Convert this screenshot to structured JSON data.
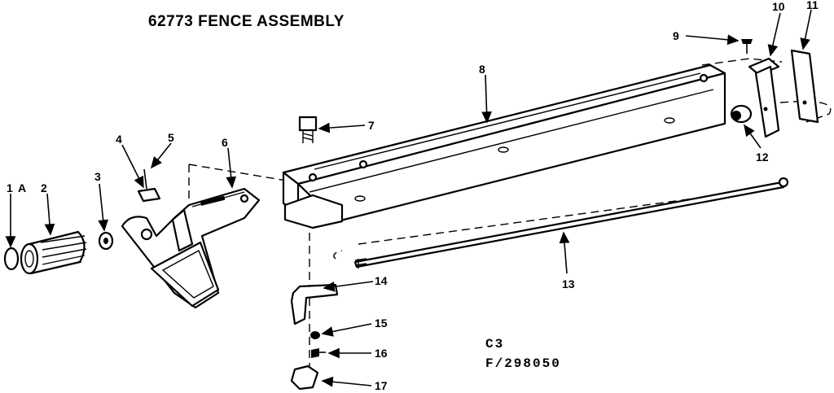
{
  "title": "62773 FENCE ASSEMBLY",
  "codes": {
    "line1": "C3",
    "line2": "F/298050"
  },
  "callouts": [
    "1",
    "A",
    "2",
    "3",
    "4",
    "5",
    "6",
    "7",
    "8",
    "9",
    "10",
    "11",
    "12",
    "13",
    "14",
    "15",
    "16",
    "17"
  ]
}
